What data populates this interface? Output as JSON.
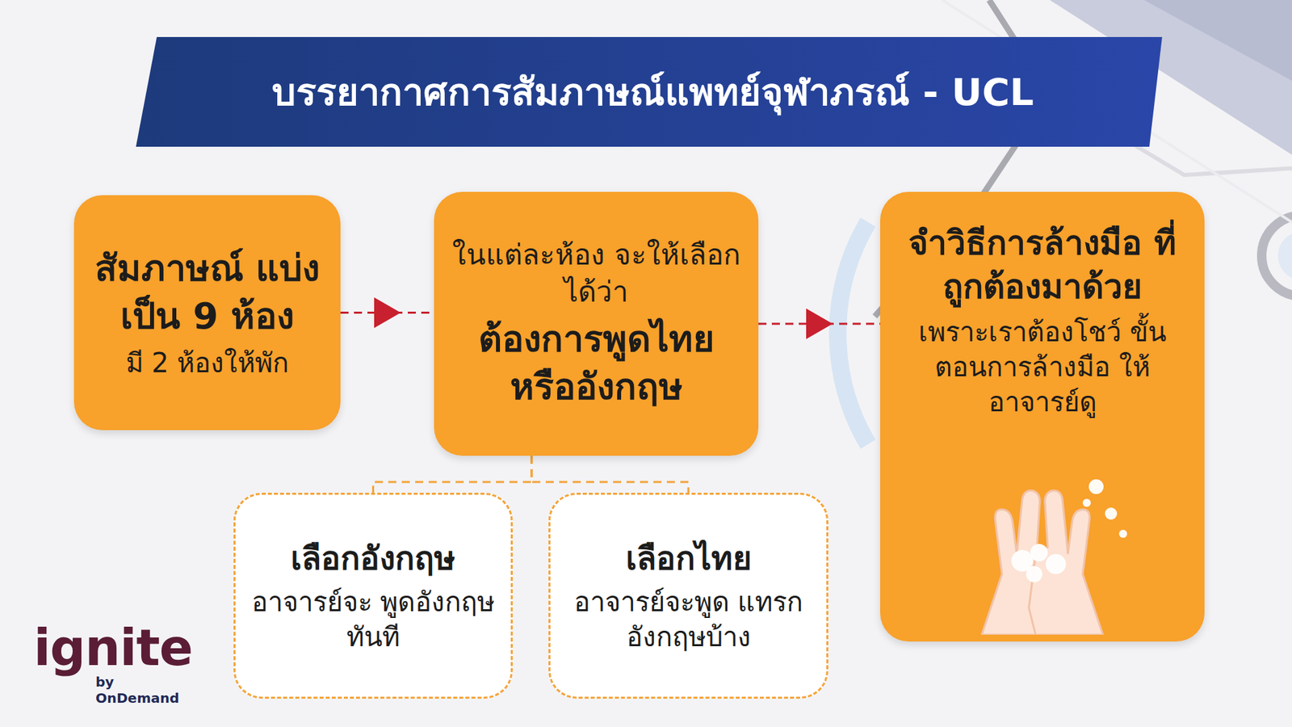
{
  "diagram": {
    "title": "บรรยากาศการสัมภาษณ์แพทย์จุฬาภรณ์ - UCL",
    "nodes": [
      {
        "text": [
          "สัมภาษณ์ แบ่งเป็น 9 ห้อง",
          "มี 2 ห้องให้พัก"
        ]
      },
      {
        "text": [
          "ในแต่ละห้อง จะให้เลือกได้ว่า",
          "ต้องการพูดไทย หรืออังกฤษ"
        ]
      },
      {
        "text": [
          "จำวิธีการล้างมือ ที่ถูกต้องมาด้วย",
          "เพราะเราต้องโชว์ ขั้นตอนการล้างมือ ให้อาจารย์ดู"
        ]
      },
      {
        "text": [
          "เลือกอังกฤษ",
          "อาจารย์จะ พูดอังกฤษทันที"
        ]
      },
      {
        "text": [
          "เลือกไทย",
          "อาจารย์จะพูด แทรกอังกฤษบ้าง"
        ]
      }
    ],
    "edges": [
      {
        "from": 0,
        "to": 1,
        "arrow": "to"
      },
      {
        "from": 1,
        "to": 2,
        "arrow": "to"
      },
      {
        "from": 1,
        "to": 3,
        "arrow": "none"
      },
      {
        "from": 1,
        "to": 4,
        "arrow": "none"
      }
    ],
    "labels": [
      "ignite",
      "by OnDemand"
    ]
  }
}
